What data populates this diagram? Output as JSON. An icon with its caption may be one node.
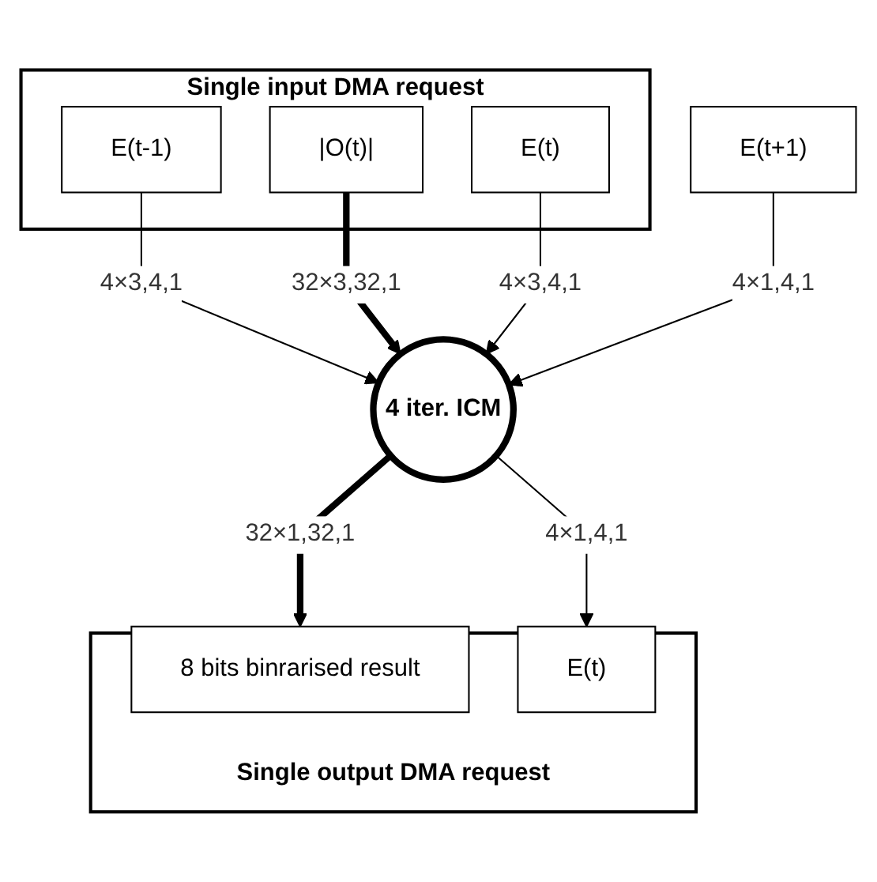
{
  "diagram": {
    "nodes": [
      {
        "text": [
          "Single input DMA request"
        ]
      },
      {
        "text": [
          "E(t-1)"
        ],
        "in": 0
      },
      {
        "text": [
          "|O(t)|"
        ],
        "in": 0
      },
      {
        "text": [
          "E(t)"
        ],
        "in": 0
      },
      {
        "text": [
          "E(t+1)"
        ]
      },
      {
        "text": [
          "4 iter. ICM"
        ]
      },
      {
        "text": [
          "Single output DMA request"
        ]
      },
      {
        "text": [
          "8 bits binrarised result"
        ],
        "in": 6
      },
      {
        "text": [
          "E(t)"
        ],
        "in": 6
      }
    ],
    "edges": [
      {
        "from": 1,
        "to": 5,
        "arrow": "to",
        "label": "4×3,4,1"
      },
      {
        "from": 2,
        "to": 5,
        "arrow": "to",
        "label": "32×3,32,1",
        "style": "thick"
      },
      {
        "from": 3,
        "to": 5,
        "arrow": "to",
        "label": "4×3,4,1"
      },
      {
        "from": 4,
        "to": 5,
        "arrow": "to",
        "label": "4×1,4,1"
      },
      {
        "from": 5,
        "to": 7,
        "arrow": "to",
        "label": "32×1,32,1",
        "style": "thick"
      },
      {
        "from": 5,
        "to": 8,
        "arrow": "to",
        "label": "4×1,4,1"
      }
    ]
  }
}
